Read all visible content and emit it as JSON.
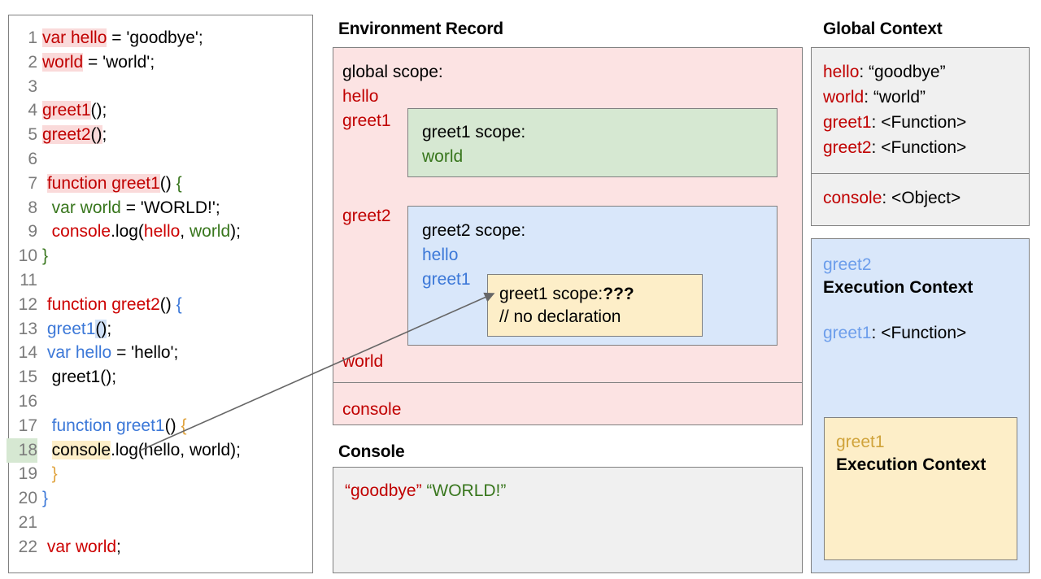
{
  "code_panel": {
    "lines": [
      {
        "n": "1",
        "segments": [
          {
            "t": "var hello",
            "c": "t-red",
            "hl": "hl-pink"
          },
          {
            "t": " = 'goodbye';",
            "c": "t-black"
          }
        ]
      },
      {
        "n": "2",
        "segments": [
          {
            "t": "world",
            "c": "t-red",
            "hl": "hl-pink"
          },
          {
            "t": " = 'world';",
            "c": "t-black"
          }
        ]
      },
      {
        "n": "3",
        "segments": []
      },
      {
        "n": "4",
        "segments": [
          {
            "t": "greet1",
            "c": "t-red",
            "hl": "hl-pink"
          },
          {
            "t": "();",
            "c": "t-black"
          }
        ]
      },
      {
        "n": "5",
        "segments": [
          {
            "t": "greet2",
            "c": "t-red",
            "hl": "hl-pink"
          },
          {
            "t": "()",
            "c": "t-black",
            "hl": "hl-pink"
          },
          {
            "t": ";",
            "c": "t-black"
          }
        ]
      },
      {
        "n": "6",
        "segments": []
      },
      {
        "n": "7",
        "segments": [
          {
            "t": " ",
            "c": "t-black"
          },
          {
            "t": "function greet1",
            "c": "t-red",
            "hl": "hl-pink"
          },
          {
            "t": "() ",
            "c": "t-black"
          },
          {
            "t": "{",
            "c": "t-green"
          }
        ]
      },
      {
        "n": "8",
        "segments": [
          {
            "t": "  ",
            "c": "t-black"
          },
          {
            "t": "var world",
            "c": "t-green"
          },
          {
            "t": " = 'WORLD!';",
            "c": "t-black"
          }
        ]
      },
      {
        "n": "9",
        "segments": [
          {
            "t": "  ",
            "c": "t-black"
          },
          {
            "t": "console",
            "c": "t-red2"
          },
          {
            "t": ".log(",
            "c": "t-black"
          },
          {
            "t": "hello",
            "c": "t-red2"
          },
          {
            "t": ", ",
            "c": "t-black"
          },
          {
            "t": "world",
            "c": "t-green"
          },
          {
            "t": ");",
            "c": "t-black"
          }
        ]
      },
      {
        "n": "10",
        "segments": [
          {
            "t": "}",
            "c": "t-green"
          }
        ]
      },
      {
        "n": "11",
        "segments": []
      },
      {
        "n": "12",
        "segments": [
          {
            "t": " ",
            "c": "t-black"
          },
          {
            "t": "function greet2",
            "c": "t-red2"
          },
          {
            "t": "() ",
            "c": "t-black"
          },
          {
            "t": "{",
            "c": "t-blue"
          }
        ]
      },
      {
        "n": "13",
        "segments": [
          {
            "t": " ",
            "c": "t-black"
          },
          {
            "t": "greet1",
            "c": "t-blue"
          },
          {
            "t": "()",
            "c": "t-black",
            "hl": "hl-blue"
          },
          {
            "t": ";",
            "c": "t-black"
          }
        ]
      },
      {
        "n": "14",
        "segments": [
          {
            "t": " ",
            "c": "t-black"
          },
          {
            "t": "var hello",
            "c": "t-blue"
          },
          {
            "t": " = 'hello';",
            "c": "t-black"
          }
        ]
      },
      {
        "n": "15",
        "segments": [
          {
            "t": "  greet1();",
            "c": "t-black"
          }
        ]
      },
      {
        "n": "16",
        "segments": []
      },
      {
        "n": "17",
        "segments": [
          {
            "t": "  ",
            "c": "t-black"
          },
          {
            "t": "function greet1",
            "c": "t-blue"
          },
          {
            "t": "() ",
            "c": "t-black"
          },
          {
            "t": "{",
            "c": "t-orange"
          }
        ]
      },
      {
        "n": "18",
        "highlight_number": true,
        "segments": [
          {
            "t": "  ",
            "c": "t-black"
          },
          {
            "t": "console",
            "c": "t-black",
            "hl": "hl-yellow"
          },
          {
            "t": ".log(hello, world);",
            "c": "t-black"
          }
        ]
      },
      {
        "n": "19",
        "segments": [
          {
            "t": "  ",
            "c": "t-black"
          },
          {
            "t": "}",
            "c": "t-orange"
          }
        ]
      },
      {
        "n": "20",
        "segments": [
          {
            "t": "}",
            "c": "t-blue"
          }
        ]
      },
      {
        "n": "21",
        "segments": []
      },
      {
        "n": "22",
        "segments": [
          {
            "t": " ",
            "c": "t-black"
          },
          {
            "t": "var world",
            "c": "t-red2"
          },
          {
            "t": ";",
            "c": "t-black"
          }
        ]
      }
    ]
  },
  "environment_record": {
    "title": "Environment Record",
    "global_scope_label": "global scope:",
    "bindings": {
      "hello": "hello",
      "greet1": "greet1",
      "greet2": "greet2",
      "world": "world",
      "console": "console"
    },
    "greet1_scope": {
      "header": "greet1 scope:",
      "vars": [
        "world"
      ]
    },
    "greet2_scope": {
      "header": "greet2 scope:",
      "vars": [
        "hello",
        "greet1"
      ],
      "inner_greet1_scope": {
        "header_plain": "greet1 scope:",
        "header_bold": "???",
        "comment": "// no declaration"
      }
    }
  },
  "console_panel": {
    "title": "Console",
    "output": [
      {
        "text": "“goodbye”",
        "color": "#c00000"
      },
      {
        "text": "“WORLD!”",
        "color": "#38761d"
      }
    ]
  },
  "global_context": {
    "title": "Global Context",
    "entries": [
      {
        "key": "hello",
        "value": "“goodbye”"
      },
      {
        "key": "world",
        "value": "“world”"
      },
      {
        "key": "greet1",
        "value": "<Function>"
      },
      {
        "key": "greet2",
        "value": "<Function>"
      }
    ],
    "console_entry": {
      "key": "console",
      "value": "<Object>"
    }
  },
  "greet2_execution_context": {
    "name": "greet2",
    "label": "Execution Context",
    "entries": [
      {
        "key": "greet1",
        "value": "<Function>"
      }
    ]
  },
  "greet1_execution_context": {
    "name": "greet1",
    "label": "Execution Context"
  },
  "colors": {
    "env_record_bg": "#fce3e3",
    "greet1_scope_bg": "#d6e8d2",
    "greet2_scope_bg": "#d9e7fa",
    "inner_scope_bg": "#fdeec8",
    "console_bg": "#f0f0f0",
    "border": "#808080",
    "red": "#c00000",
    "green": "#38761d",
    "blue": "#3c78d8",
    "gold": "#d0a33a"
  }
}
